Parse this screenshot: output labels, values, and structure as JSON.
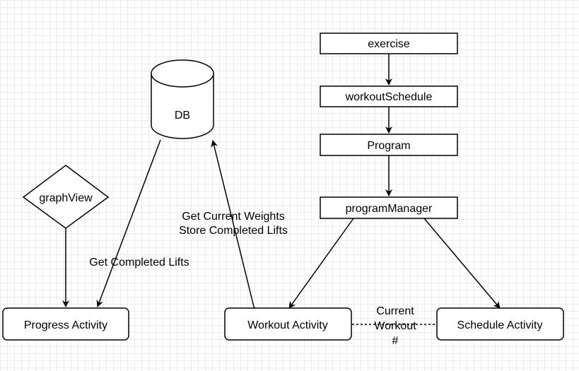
{
  "nodes": {
    "exercise": "exercise",
    "workout_schedule": "workoutSchedule",
    "program": "Program",
    "program_manager": "programManager",
    "db": "DB",
    "graph_view": "graphView",
    "progress_activity": "Progress Activity",
    "workout_activity": "Workout Activity",
    "schedule_activity": "Schedule Activity"
  },
  "edges": {
    "db_to_progress": "Get Completed Lifts",
    "db_workout_line1": "Get Current Weights",
    "db_workout_line2": "Store Completed Lifts",
    "workout_schedule_line1": "Current",
    "workout_schedule_line2": "Workout",
    "workout_schedule_line3": "#"
  },
  "colors": {
    "stroke": "#000000",
    "fill": "#ffffff",
    "grid": "#ececec"
  }
}
